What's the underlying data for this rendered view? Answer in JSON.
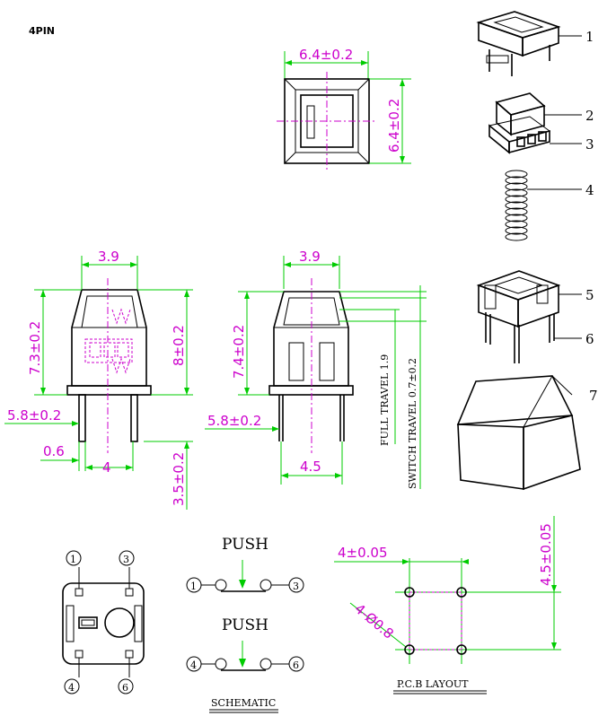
{
  "title": "4PIN",
  "top_view": {
    "width_dim": "6.4±0.2",
    "height_dim": "6.4±0.2"
  },
  "front_view": {
    "width_dim": "3.9",
    "height_dim_left": "7.3±0.2",
    "height_dim_right": "8±0.2",
    "base_dim": "5.8±0.2",
    "pin_dim": "0.6",
    "pitch_dim": "4",
    "pin_len_dim": "3.5±0.2"
  },
  "side_view": {
    "width_dim": "3.9",
    "height_dim": "7.4±0.2",
    "base_dim": "5.8±0.2",
    "pitch_dim": "4.5",
    "full_travel": "FULL TRAVEL 1.9",
    "switch_travel": "SWITCH TRAVEL 0.7±0.2"
  },
  "parts": [
    "1",
    "2",
    "3",
    "4",
    "5",
    "6",
    "7"
  ],
  "pin_numbers": {
    "p1": "1",
    "p3": "3",
    "p4": "4",
    "p6": "6"
  },
  "schematic": {
    "push_label_1": "PUSH",
    "push_label_2": "PUSH",
    "title": "SCHEMATIC"
  },
  "pcb": {
    "pitch_x": "4±0.05",
    "pitch_y": "4.5±0.05",
    "hole": "4-Ø0.8",
    "title": "P.C.B LAYOUT"
  }
}
